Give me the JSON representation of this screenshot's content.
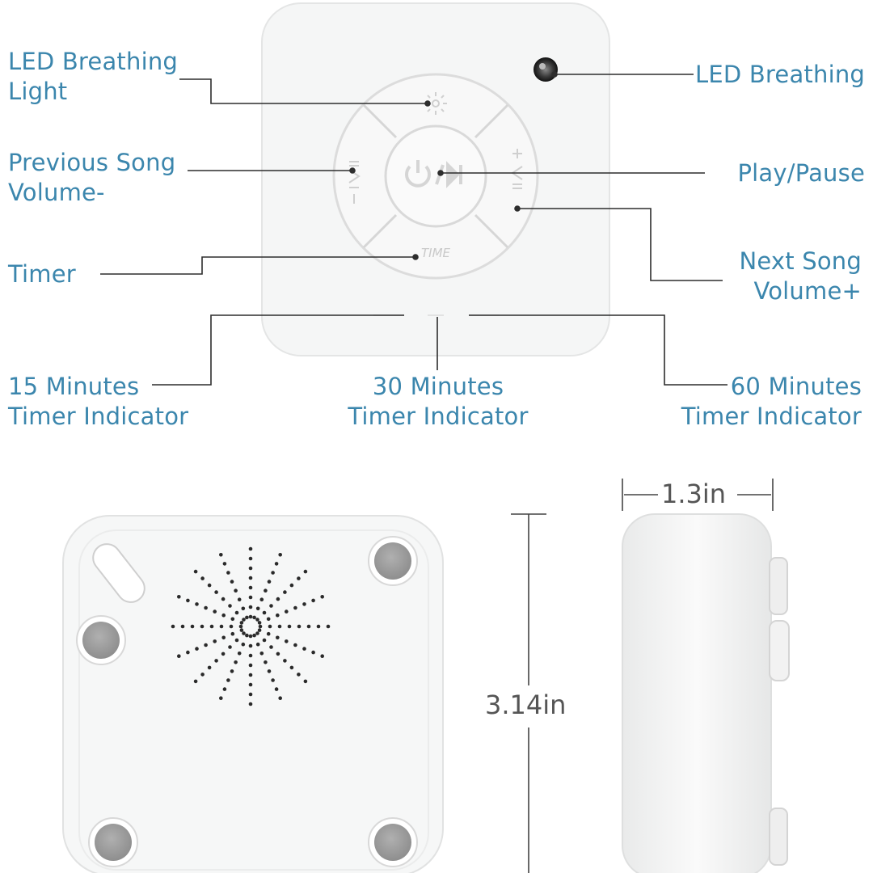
{
  "callouts": {
    "led_left": {
      "line1": "LED Breathing",
      "line2": "Light"
    },
    "led_right": {
      "line1": "LED Breathing"
    },
    "previous": {
      "line1": "Previous Song",
      "line2": "Volume-"
    },
    "play_pause": {
      "line1": "Play/Pause"
    },
    "timer": {
      "line1": "Timer"
    },
    "next": {
      "line1": "Next Song",
      "line2": "Volume+"
    },
    "min15": {
      "line1": "15 Minutes",
      "line2": "Timer Indicator"
    },
    "min30": {
      "line1": "30 Minutes",
      "line2": "Timer Indicator"
    },
    "min60": {
      "line1": "60 Minutes",
      "line2": "Timer Indicator"
    }
  },
  "buttons": {
    "time_label": "TIME"
  },
  "dimensions": {
    "depth": "1.3in",
    "height": "3.14in"
  },
  "colors": {
    "callout_text": "#3b86ad",
    "device_body": "#f4f5f5",
    "foot": "#9b9b9b",
    "leader_line": "#333333"
  }
}
